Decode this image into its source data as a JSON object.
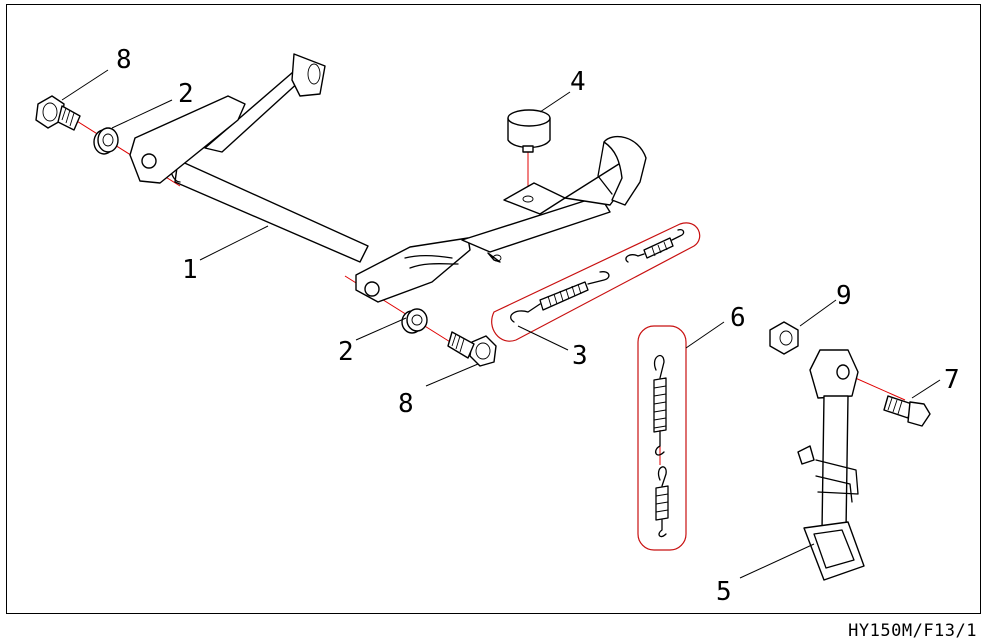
{
  "diagram": {
    "document_code": "HY150M/F13/1",
    "callouts": {
      "c1": "1",
      "c2a": "2",
      "c2b": "2",
      "c3": "3",
      "c4": "4",
      "c5": "5",
      "c6": "6",
      "c7": "7",
      "c8a": "8",
      "c8b": "8",
      "c9": "9"
    },
    "colors": {
      "outline": "#000000",
      "axis_line": "#e00000",
      "group_box": "#c81010",
      "background": "#ffffff"
    }
  }
}
